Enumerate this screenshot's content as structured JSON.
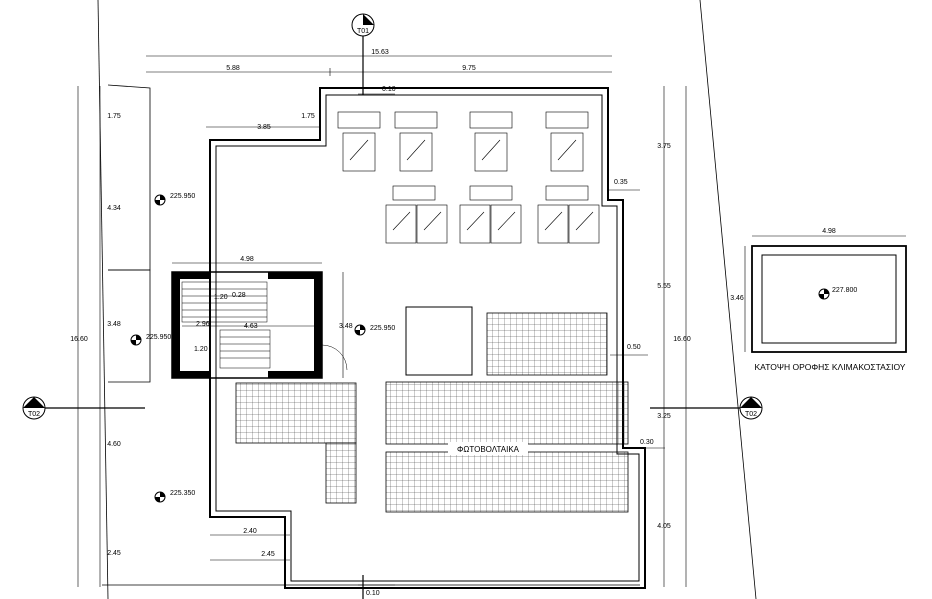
{
  "section_marks": {
    "t01": "T01",
    "t02_left": "T02",
    "t02_right": "T02"
  },
  "dimensions": {
    "top_total": "15.63",
    "top_left": "5.88",
    "top_right": "9.75",
    "top_offset": "0.10",
    "bottom_offset": "0.10",
    "inner_385": "3.85",
    "inner_175": "1.75",
    "left_175": "1.75",
    "left_434": "4.34",
    "left_348": "3.48",
    "left_460": "4.60",
    "left_245": "2.45",
    "left_total": "16.60",
    "right_375": "3.75",
    "right_555": "5.55",
    "right_325": "3.25",
    "right_405": "4.05",
    "right_total": "16.60",
    "right_035": "0.35",
    "right_050": "0.50",
    "right_030": "0.30",
    "stair_498": "4.98",
    "stair_120a": "1.20",
    "stair_028": "0.28",
    "stair_296": "2.96",
    "stair_463": "4.63",
    "stair_120b": "1.20",
    "stair_348": "3.48",
    "bottom_240": "2.40",
    "bottom_245": "2.45",
    "roof_498": "4.98",
    "roof_346": "3.46"
  },
  "levels": {
    "l1": "225.950",
    "l2": "225.950",
    "l3": "225.950",
    "l4": "225.350",
    "roof": "227.800"
  },
  "labels": {
    "photovoltaics": "ΦΩΤΟΒΟΛΤΑΙΚΑ",
    "roof_plan_title": "ΚΑΤΟΨΗ ΟΡΟΦΗΣ ΚΛΙΜΑΚΟΣΤΑΣΙΟΥ"
  }
}
